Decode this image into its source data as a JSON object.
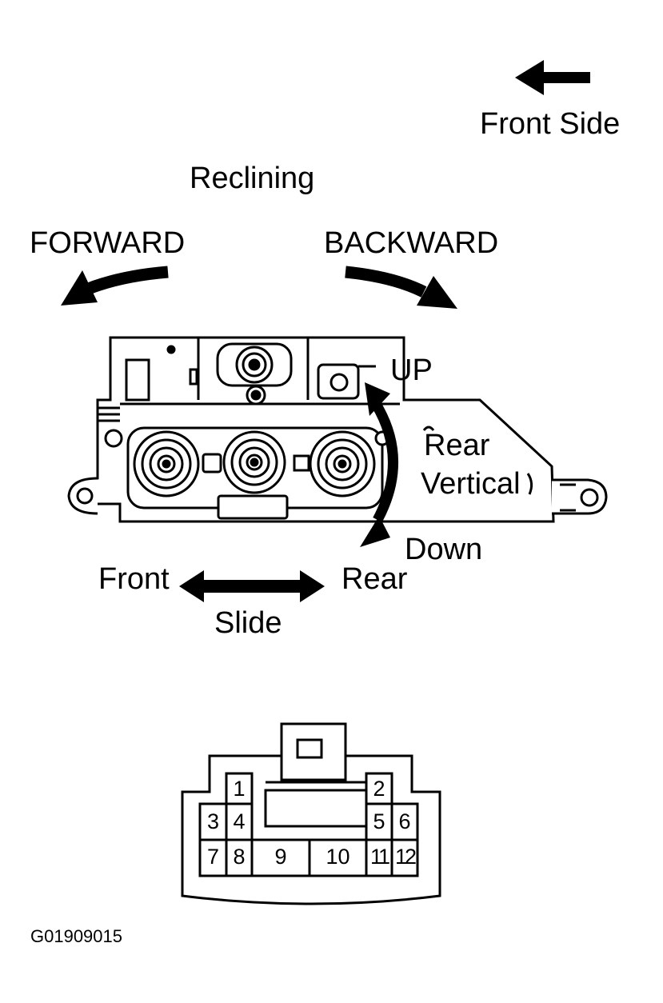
{
  "labels": {
    "front_side": "Front Side",
    "reclining": "Reclining",
    "forward": "FORWARD",
    "backward": "BACKWARD",
    "up": "UP",
    "rear_vertical_1": "Rear",
    "rear_vertical_2": "Vertical",
    "down": "Down",
    "front": "Front",
    "rear": "Rear",
    "slide": "Slide"
  },
  "connector": {
    "pins": [
      "1",
      "2",
      "3",
      "4",
      "5",
      "6",
      "7",
      "8",
      "9",
      "10",
      "11",
      "12"
    ]
  },
  "figure_code": "G01909015",
  "colors": {
    "ink": "#000000",
    "paper": "#ffffff"
  }
}
